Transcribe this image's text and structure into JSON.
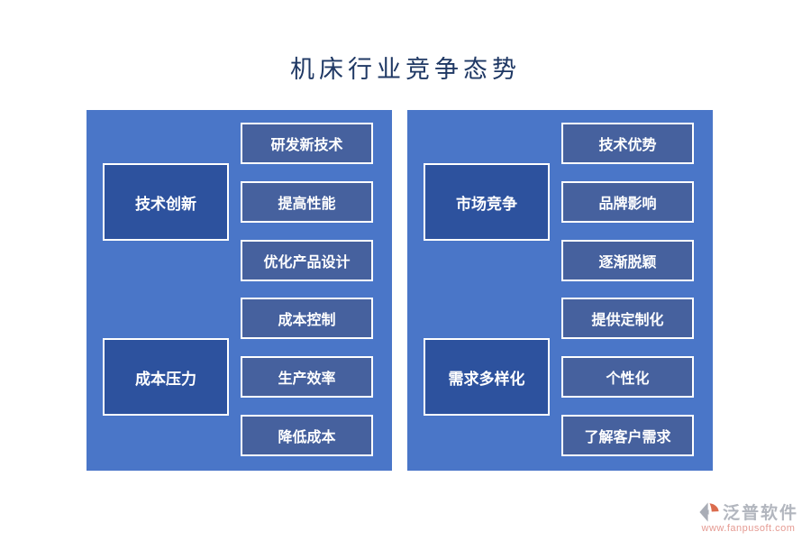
{
  "title": "机床行业竞争态势",
  "colors": {
    "panel_bg": "#4a76c8",
    "main_box": "#2d529e",
    "sub_box": "#46619e",
    "title_color": "#1f3864",
    "box_border": "#ffffff",
    "brand_gray": "#b2b6be",
    "brand_red": "#e59a92"
  },
  "panels": [
    {
      "groups": [
        {
          "main": "技术创新",
          "items": [
            "研发新技术",
            "提高性能",
            "优化产品设计"
          ]
        },
        {
          "main": "成本压力",
          "items": [
            "成本控制",
            "生产效率",
            "降低成本"
          ]
        }
      ]
    },
    {
      "groups": [
        {
          "main": "市场竞争",
          "items": [
            "技术优势",
            "品牌影响",
            "逐渐脱颖"
          ]
        },
        {
          "main": "需求多样化",
          "items": [
            "提供定制化",
            "个性化",
            "了解客户需求"
          ]
        }
      ]
    }
  ],
  "watermark": {
    "brand": "泛普软件",
    "url": "www.fanpusoft.com"
  }
}
